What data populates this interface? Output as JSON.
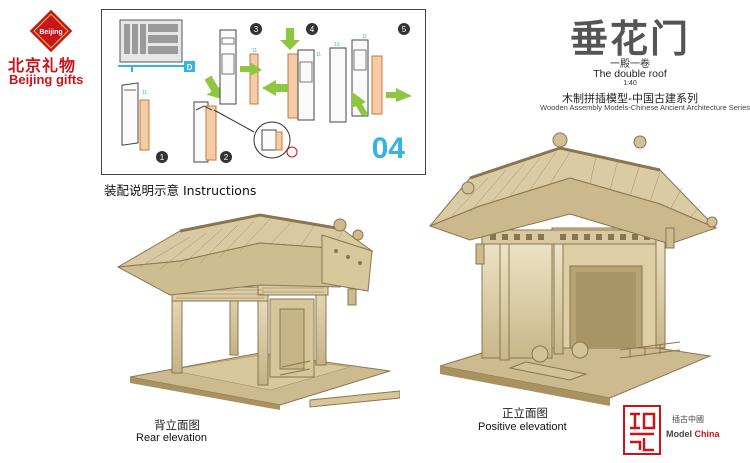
{
  "brand": {
    "logo_text": "Beijing",
    "name_cn": "北京礼物",
    "name_en": "Beijing gifts"
  },
  "instructions": {
    "step_number": "04",
    "caption": "装配说明示意 Instructions",
    "steps": [
      "1",
      "2",
      "3",
      "4",
      "5"
    ],
    "part_label": "D",
    "part_numbers": [
      "11",
      "11",
      "11",
      "10",
      "11",
      "11",
      "11"
    ]
  },
  "product": {
    "title_cn": "垂花门",
    "subtitle_cn": "一殿一卷",
    "title_en": "The double roof",
    "scale": "1:40",
    "series_cn": "木制拼插模型-中国古建系列",
    "series_en": "Wooden Assembly Models-Chinese Ancient Architecture Series"
  },
  "views": {
    "rear_cn": "背立面图",
    "rear_en": "Rear elevation",
    "front_cn": "正立面图",
    "front_en": "Positive elevationt"
  },
  "model_china": {
    "seal_text": "精古",
    "name_cn": "插古中國",
    "name_en_1": "Model",
    "name_en_2": "China"
  },
  "colors": {
    "brand_red": "#c8151b",
    "accent_blue": "#35b3e6",
    "arrow_green": "#8dc63f",
    "wood": "#d9c9a3"
  }
}
